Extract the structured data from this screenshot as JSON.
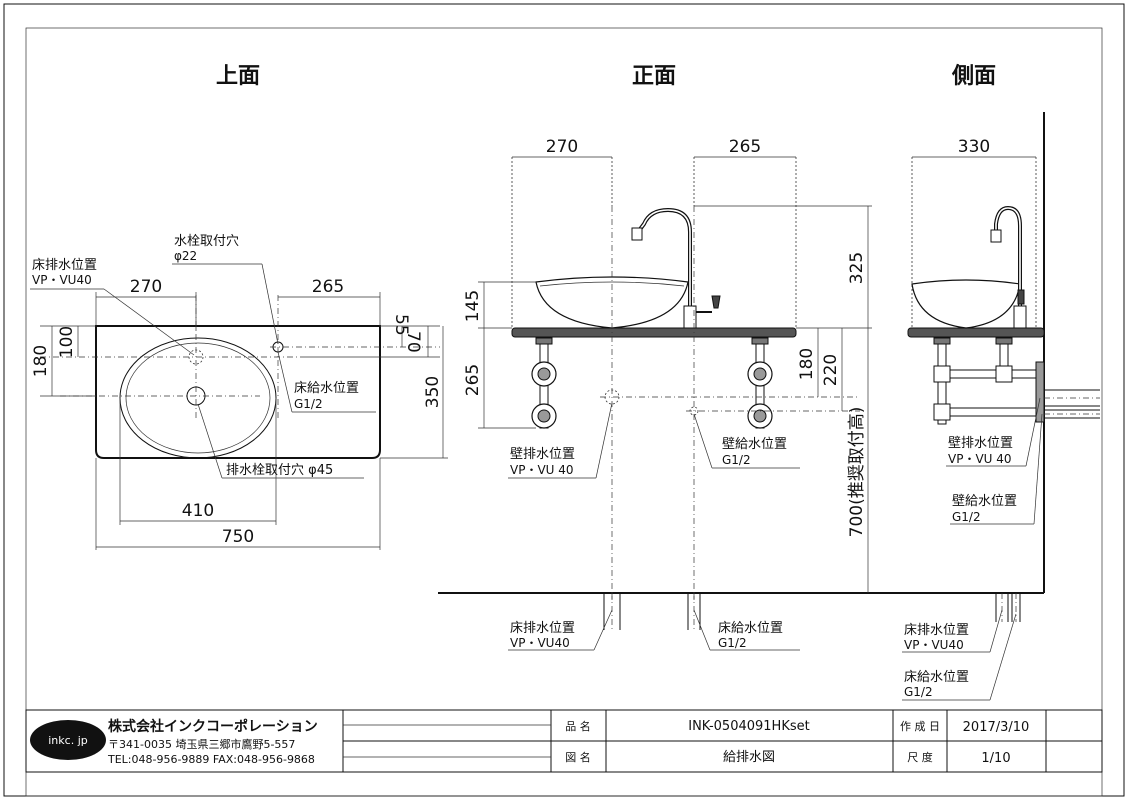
{
  "views": {
    "top": "上面",
    "front": "正面",
    "side": "側面"
  },
  "top_view": {
    "dim_270": "270",
    "dim_265": "265",
    "dim_55": "55",
    "dim_70": "70",
    "dim_180": "180",
    "dim_100": "100",
    "dim_350": "350",
    "dim_410": "410",
    "dim_750": "750",
    "faucet_hole_label": "水栓取付穴",
    "faucet_hole_size": "φ22",
    "floor_drain_label": "床排水位置",
    "floor_drain_spec": "VP・VU40",
    "floor_supply_label": "床給水位置",
    "floor_supply_spec": "G1/2",
    "drain_hole_label": "排水栓取付穴 φ45"
  },
  "front_view": {
    "dim_270": "270",
    "dim_265": "265",
    "dim_325": "325",
    "dim_145": "145",
    "dim_265_side": "265",
    "dim_180": "180",
    "dim_220": "220",
    "install_height": "700(推奨取付高)",
    "wall_drain_label": "壁排水位置",
    "wall_drain_spec": "VP・VU 40",
    "wall_supply_label": "壁給水位置",
    "wall_supply_spec": "G1/2",
    "floor_drain_label": "床排水位置",
    "floor_drain_spec": "VP・VU40",
    "floor_supply_label": "床給水位置",
    "floor_supply_spec": "G1/2"
  },
  "side_view": {
    "dim_330": "330",
    "wall_drain_label": "壁排水位置",
    "wall_drain_spec": "VP・VU 40",
    "wall_supply_label": "壁給水位置",
    "wall_supply_spec": "G1/2",
    "floor_drain_label": "床排水位置",
    "floor_drain_spec": "VP・VU40",
    "floor_supply_label": "床給水位置",
    "floor_supply_spec": "G1/2"
  },
  "title_block": {
    "logo_text": "inkc. jp",
    "company": "株式会社インクコーポレーション",
    "address": "〒341-0035 埼玉県三郷市鷹野5-557",
    "contact": "TEL:048-956-9889 FAX:048-956-9868",
    "product_label": "品 名",
    "product_value": "INK-0504091HKset",
    "drawing_label": "図 名",
    "drawing_value": "給排水図",
    "date_label": "作 成 日",
    "date_value": "2017/3/10",
    "scale_label": "尺 度",
    "scale_value": "1/10"
  }
}
